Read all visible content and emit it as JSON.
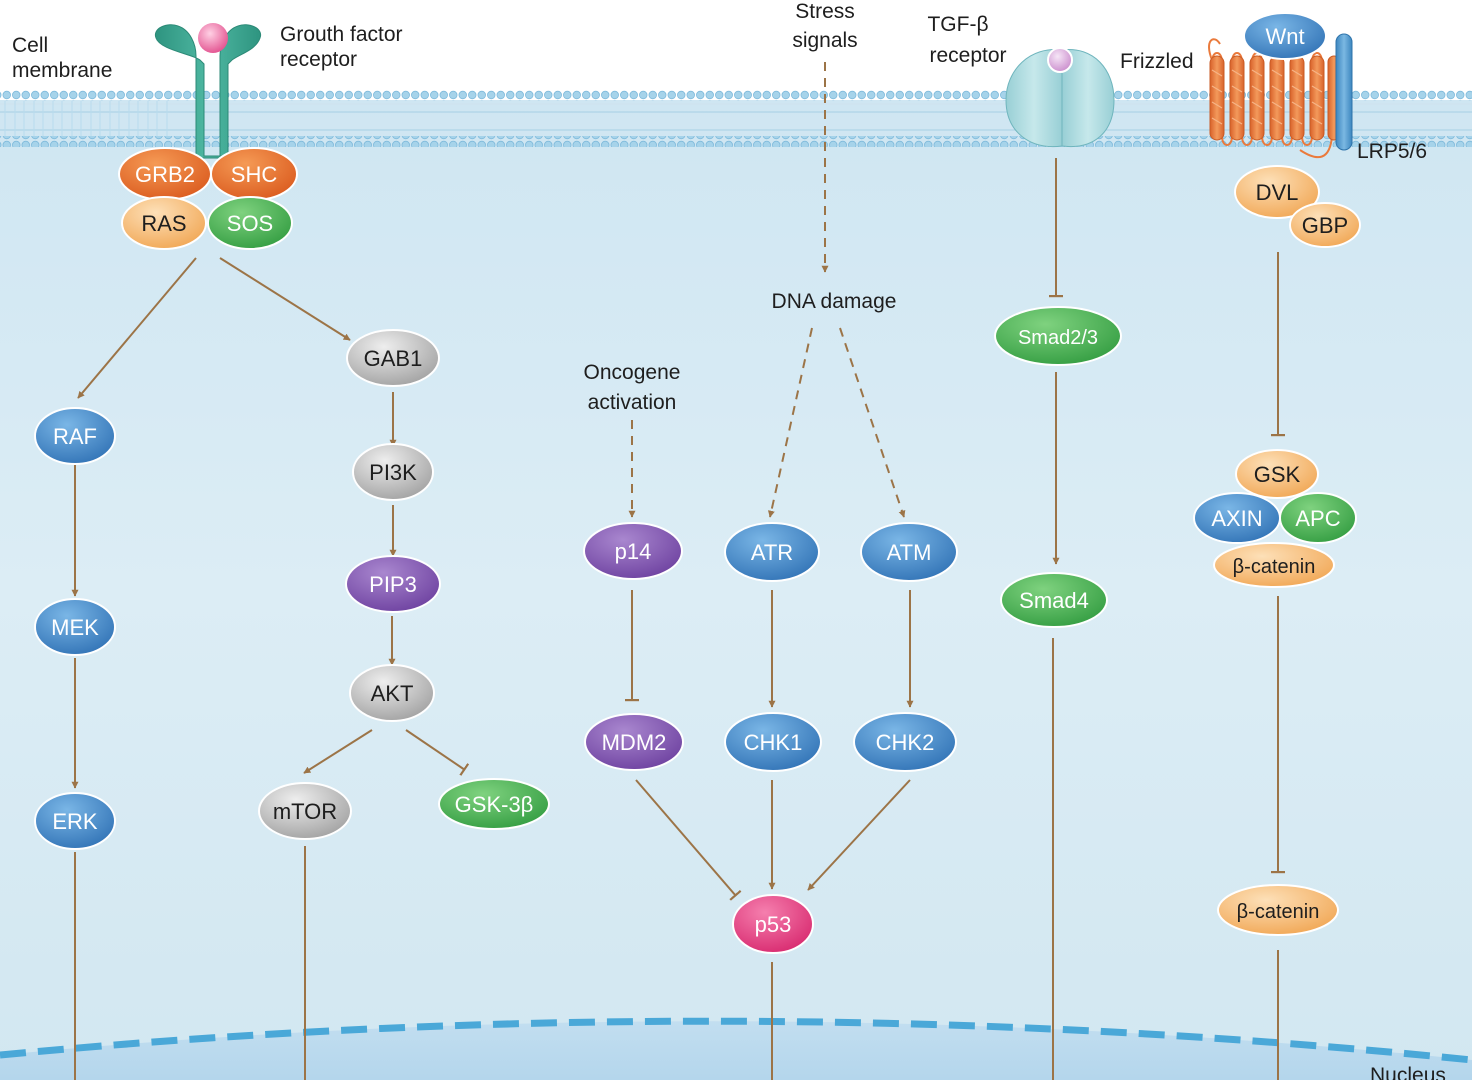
{
  "labels": {
    "cell_membrane": [
      "Cell",
      "membrane"
    ],
    "growth_factor_receptor": [
      "Grouth factor",
      "receptor"
    ],
    "stress_signals": [
      "Stress",
      "signals"
    ],
    "tgf_receptor": [
      "TGF-β",
      "receptor"
    ],
    "frizzled": "Frizzled",
    "lrp": "LRP5/6",
    "dna_damage": "DNA damage",
    "oncogene_activation": [
      "Oncogene",
      "activation"
    ],
    "nucleus": "Nucleus"
  },
  "colors": {
    "background": "#d7ebf4",
    "membrane_bead": "#a9d5ea",
    "arrow": "#9c7447",
    "receptor_teal": "#3aa491",
    "tgf_receptor": "#a8d9de",
    "frizzled_orange": "#ea7a3c",
    "lrp_blue": "#4a97ce",
    "nuclear_envelope": "#4aa8d8"
  },
  "nodes": [
    {
      "id": "grb2",
      "label": "GRB2",
      "color": "orange"
    },
    {
      "id": "shc",
      "label": "SHC",
      "color": "orange"
    },
    {
      "id": "ras",
      "label": "RAS",
      "color": "lightorange"
    },
    {
      "id": "sos",
      "label": "SOS",
      "color": "green"
    },
    {
      "id": "raf",
      "label": "RAF",
      "color": "blue"
    },
    {
      "id": "mek",
      "label": "MEK",
      "color": "blue"
    },
    {
      "id": "erk",
      "label": "ERK",
      "color": "blue"
    },
    {
      "id": "gab1",
      "label": "GAB1",
      "color": "gray"
    },
    {
      "id": "pi3k",
      "label": "PI3K",
      "color": "gray"
    },
    {
      "id": "pip3",
      "label": "PIP3",
      "color": "purple"
    },
    {
      "id": "akt",
      "label": "AKT",
      "color": "gray"
    },
    {
      "id": "mtor",
      "label": "mTOR",
      "color": "gray"
    },
    {
      "id": "gsk3b",
      "label": "GSK-3β",
      "color": "green"
    },
    {
      "id": "p14",
      "label": "p14",
      "color": "purple"
    },
    {
      "id": "mdm2",
      "label": "MDM2",
      "color": "purple"
    },
    {
      "id": "atr",
      "label": "ATR",
      "color": "blue"
    },
    {
      "id": "chk1",
      "label": "CHK1",
      "color": "blue"
    },
    {
      "id": "atm",
      "label": "ATM",
      "color": "blue"
    },
    {
      "id": "chk2",
      "label": "CHK2",
      "color": "blue"
    },
    {
      "id": "p53",
      "label": "p53",
      "color": "pink"
    },
    {
      "id": "smad23",
      "label": "Smad2/3",
      "color": "green"
    },
    {
      "id": "smad4",
      "label": "Smad4",
      "color": "green"
    },
    {
      "id": "wnt",
      "label": "Wnt",
      "color": "blue"
    },
    {
      "id": "dvl",
      "label": "DVL",
      "color": "lightorange"
    },
    {
      "id": "gbp",
      "label": "GBP",
      "color": "lightorange"
    },
    {
      "id": "gsk",
      "label": "GSK",
      "color": "lightorange"
    },
    {
      "id": "axin",
      "label": "AXIN",
      "color": "blue"
    },
    {
      "id": "apc",
      "label": "APC",
      "color": "green"
    },
    {
      "id": "bcat1",
      "label": "β-catenin",
      "color": "lightorange"
    },
    {
      "id": "bcat2",
      "label": "β-catenin",
      "color": "lightorange"
    }
  ],
  "edges": [
    {
      "from": "ras_complex",
      "to": "raf",
      "type": "activation"
    },
    {
      "from": "ras_complex",
      "to": "gab1",
      "type": "activation"
    },
    {
      "from": "raf",
      "to": "mek",
      "type": "activation"
    },
    {
      "from": "mek",
      "to": "erk",
      "type": "activation"
    },
    {
      "from": "gab1",
      "to": "pi3k",
      "type": "activation"
    },
    {
      "from": "pi3k",
      "to": "pip3",
      "type": "activation"
    },
    {
      "from": "pip3",
      "to": "akt",
      "type": "activation"
    },
    {
      "from": "akt",
      "to": "mtor",
      "type": "activation"
    },
    {
      "from": "akt",
      "to": "gsk3b",
      "type": "inhibition"
    },
    {
      "from": "stress_signals",
      "to": "dna_damage",
      "type": "indirect"
    },
    {
      "from": "dna_damage",
      "to": "atr",
      "type": "indirect"
    },
    {
      "from": "dna_damage",
      "to": "atm",
      "type": "indirect"
    },
    {
      "from": "oncogene_activation",
      "to": "p14",
      "type": "indirect"
    },
    {
      "from": "p14",
      "to": "mdm2",
      "type": "inhibition"
    },
    {
      "from": "atr",
      "to": "chk1",
      "type": "activation"
    },
    {
      "from": "atm",
      "to": "chk2",
      "type": "activation"
    },
    {
      "from": "mdm2",
      "to": "p53",
      "type": "inhibition"
    },
    {
      "from": "chk1",
      "to": "p53",
      "type": "activation"
    },
    {
      "from": "chk2",
      "to": "p53",
      "type": "activation"
    },
    {
      "from": "tgf_receptor",
      "to": "smad23",
      "type": "inhibition"
    },
    {
      "from": "smad23",
      "to": "smad4",
      "type": "activation"
    },
    {
      "from": "dvl_complex",
      "to": "destruction_complex",
      "type": "inhibition"
    },
    {
      "from": "destruction_complex",
      "to": "bcat2",
      "type": "inhibition"
    }
  ]
}
